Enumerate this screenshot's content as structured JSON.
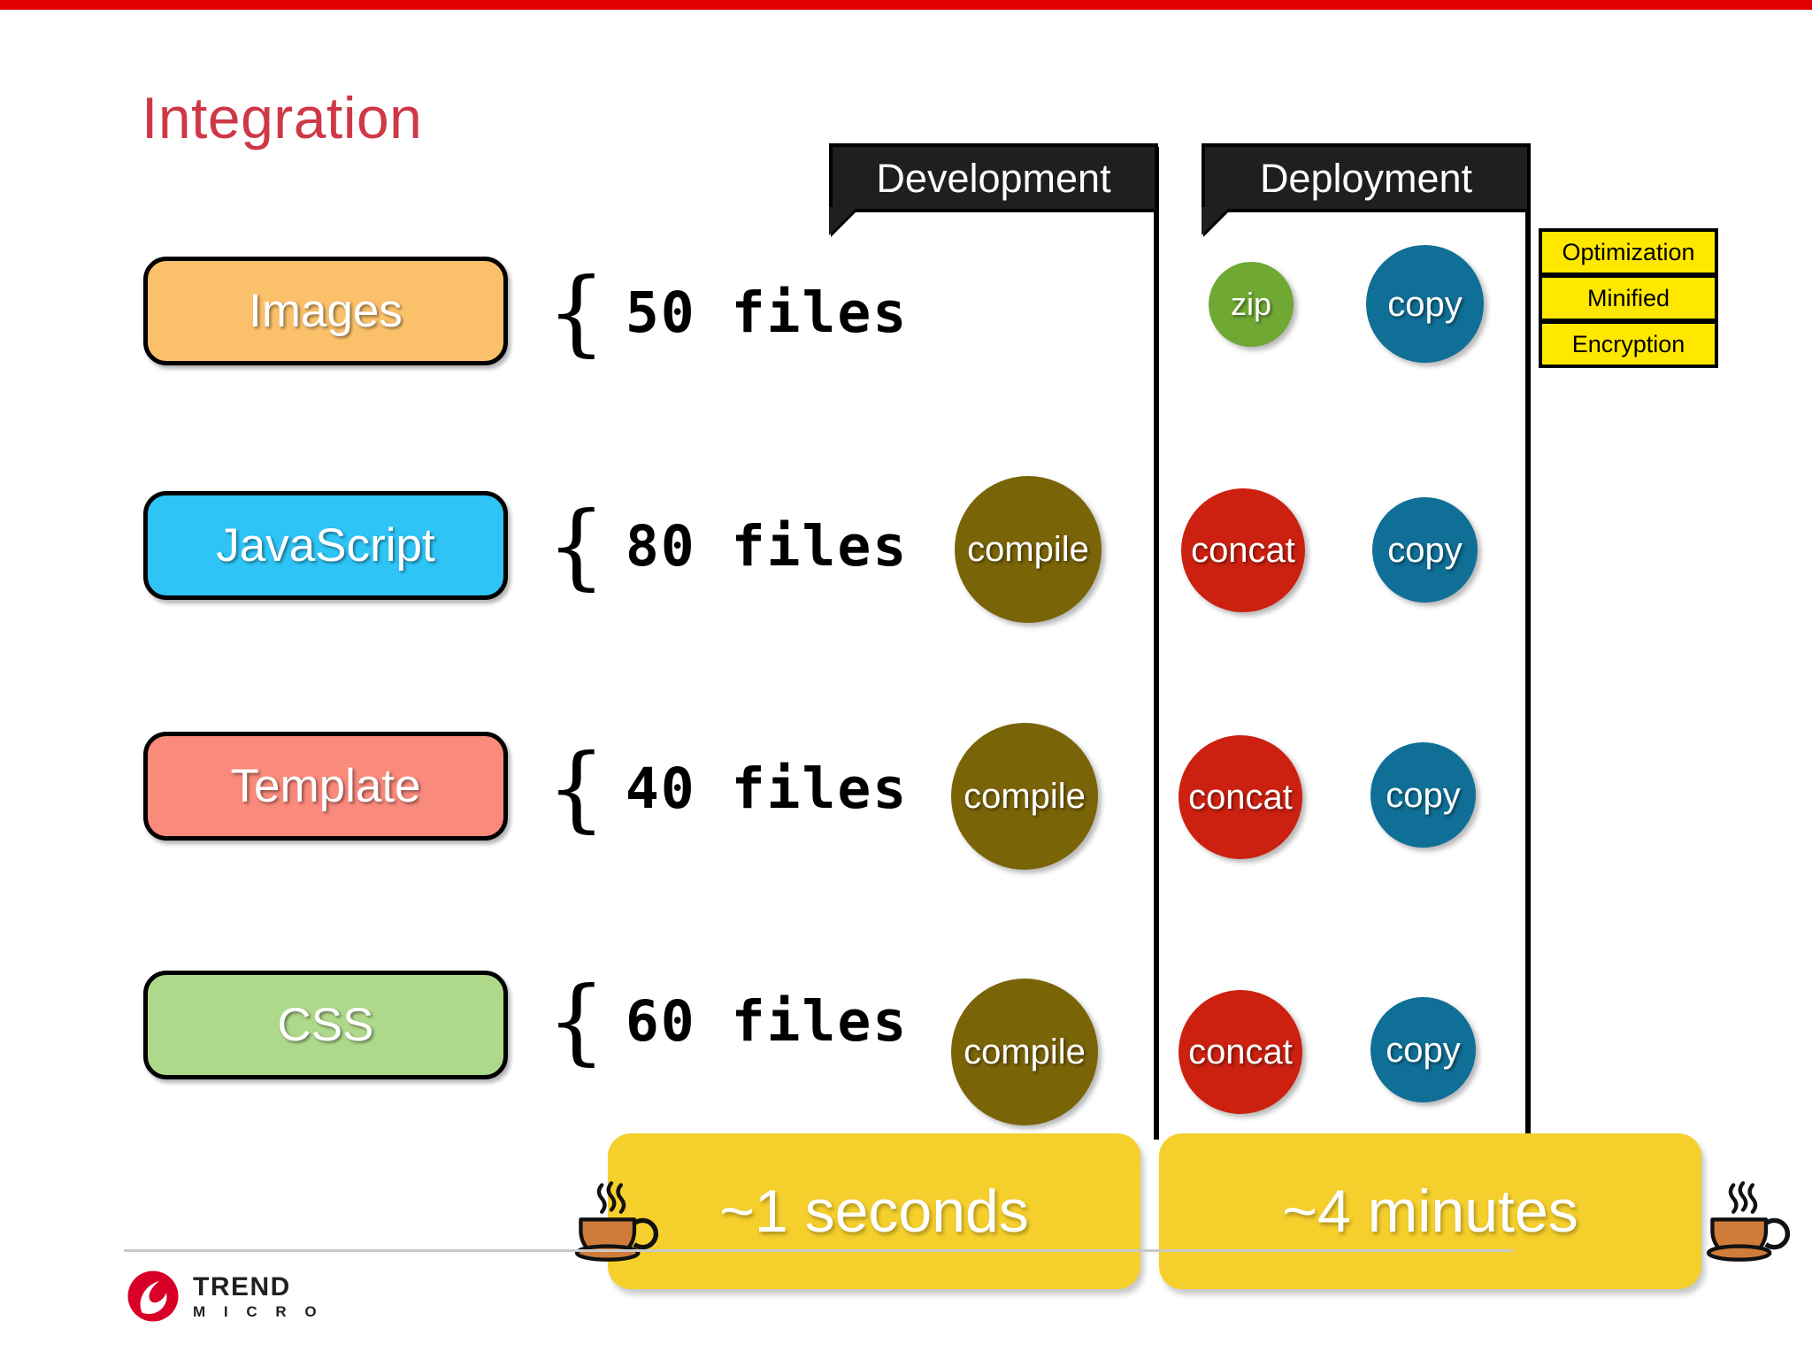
{
  "slide": {
    "title": "Integration",
    "title_color": "#cf3846",
    "top_bar_color": "#e00000",
    "background": "#ffffff"
  },
  "sections": [
    {
      "label": "Development",
      "bg": "#1f1f1f"
    },
    {
      "label": "Deployment",
      "bg": "#1f1f1f"
    }
  ],
  "rows": [
    {
      "category": "Images",
      "category_color": "#fbc16a",
      "count_text": "{ 50 files",
      "brace": "{",
      "files": "50 files",
      "development": [],
      "deployment": [
        {
          "label": "zip",
          "color": "#70a834",
          "size": 96
        },
        {
          "label": "copy",
          "color": "#106f96",
          "size": 133
        }
      ]
    },
    {
      "category": "JavaScript",
      "category_color": "#2ec5f6",
      "count_text": "{ 80 files",
      "brace": "{",
      "files": "80 files",
      "development": [
        {
          "label": "compile",
          "color": "#7a6408",
          "size": 166
        }
      ],
      "deployment": [
        {
          "label": "concat",
          "color": "#cc2111",
          "size": 140
        },
        {
          "label": "copy",
          "color": "#106f96",
          "size": 119
        }
      ]
    },
    {
      "category": "Template",
      "category_color": "#f98a7c",
      "count_text": "{ 40 files",
      "brace": "{",
      "files": "40 files",
      "development": [
        {
          "label": "compile",
          "color": "#7a6408",
          "size": 166
        }
      ],
      "deployment": [
        {
          "label": "concat",
          "color": "#cc2111",
          "size": 140
        },
        {
          "label": "copy",
          "color": "#106f96",
          "size": 119
        }
      ]
    },
    {
      "category": "CSS",
      "category_color": "#afd98a",
      "count_text": "{ 60 files",
      "brace": "{",
      "files": "60 files",
      "development": [
        {
          "label": "compile",
          "color": "#7a6408",
          "size": 166
        }
      ],
      "deployment": [
        {
          "label": "concat",
          "color": "#cc2111",
          "size": 140
        },
        {
          "label": "copy",
          "color": "#106f96",
          "size": 119
        }
      ]
    }
  ],
  "optimization_box": {
    "color": "#ffe800",
    "items": [
      "Optimization",
      "Minified",
      "Encryption"
    ]
  },
  "time_bars": [
    {
      "label": "~1 seconds",
      "color": "#f5cf2b",
      "cup": "left"
    },
    {
      "label": "~4 minutes",
      "color": "#f5cf2b",
      "cup": "right"
    }
  ],
  "footer": {
    "brand_primary": "TREND",
    "brand_secondary": "M I C R O",
    "brand_color": "#d80027"
  }
}
